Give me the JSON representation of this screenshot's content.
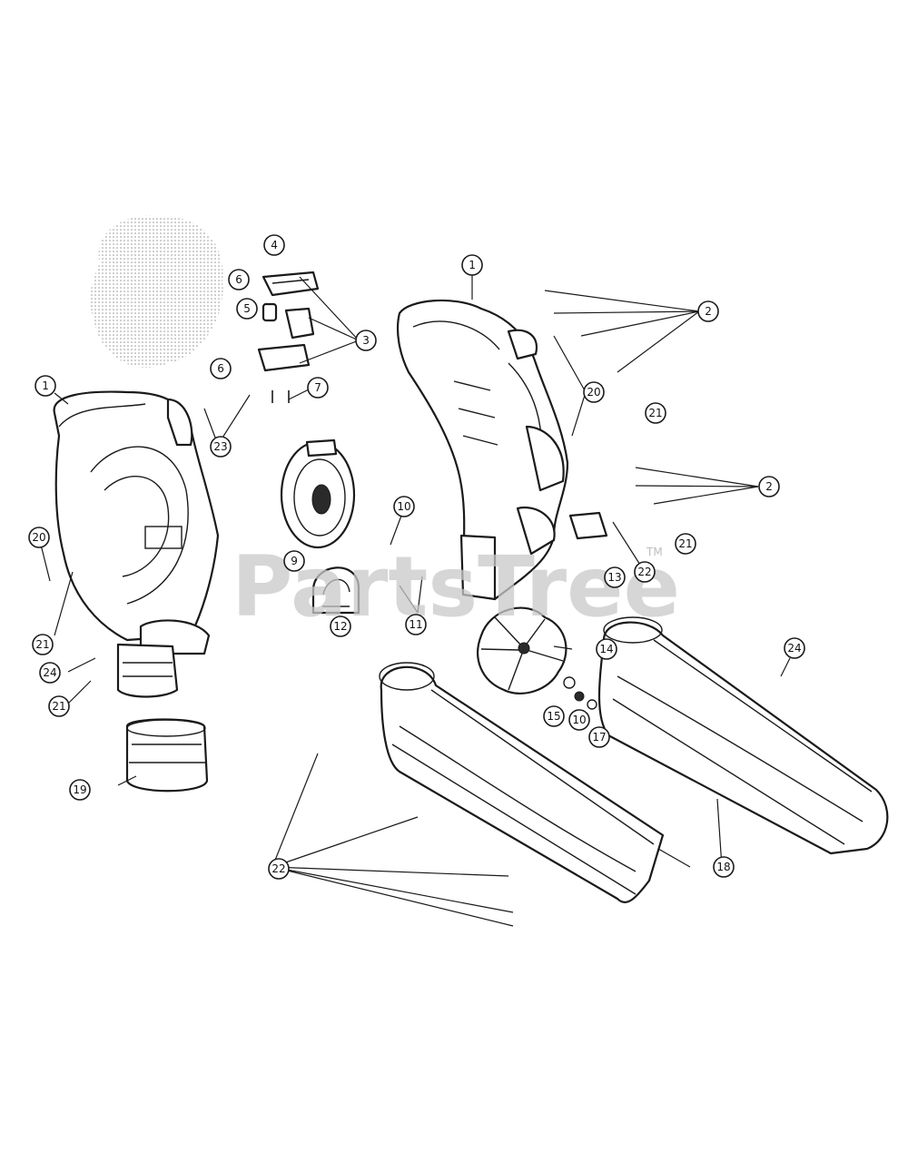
{
  "watermark": {
    "brand": "PartsTree",
    "trademark": "TM"
  },
  "callouts": [
    {
      "label": "1"
    },
    {
      "label": "1"
    },
    {
      "label": "2"
    },
    {
      "label": "2"
    },
    {
      "label": "3"
    },
    {
      "label": "4"
    },
    {
      "label": "5"
    },
    {
      "label": "6"
    },
    {
      "label": "6"
    },
    {
      "label": "7"
    },
    {
      "label": "9"
    },
    {
      "label": "10"
    },
    {
      "label": "10"
    },
    {
      "label": "11"
    },
    {
      "label": "12"
    },
    {
      "label": "13"
    },
    {
      "label": "14"
    },
    {
      "label": "15"
    },
    {
      "label": "17"
    },
    {
      "label": "18"
    },
    {
      "label": "19"
    },
    {
      "label": "20"
    },
    {
      "label": "20"
    },
    {
      "label": "21"
    },
    {
      "label": "21"
    },
    {
      "label": "21"
    },
    {
      "label": "21"
    },
    {
      "label": "22"
    },
    {
      "label": "22"
    },
    {
      "label": "23"
    },
    {
      "label": "24"
    },
    {
      "label": "24"
    }
  ]
}
